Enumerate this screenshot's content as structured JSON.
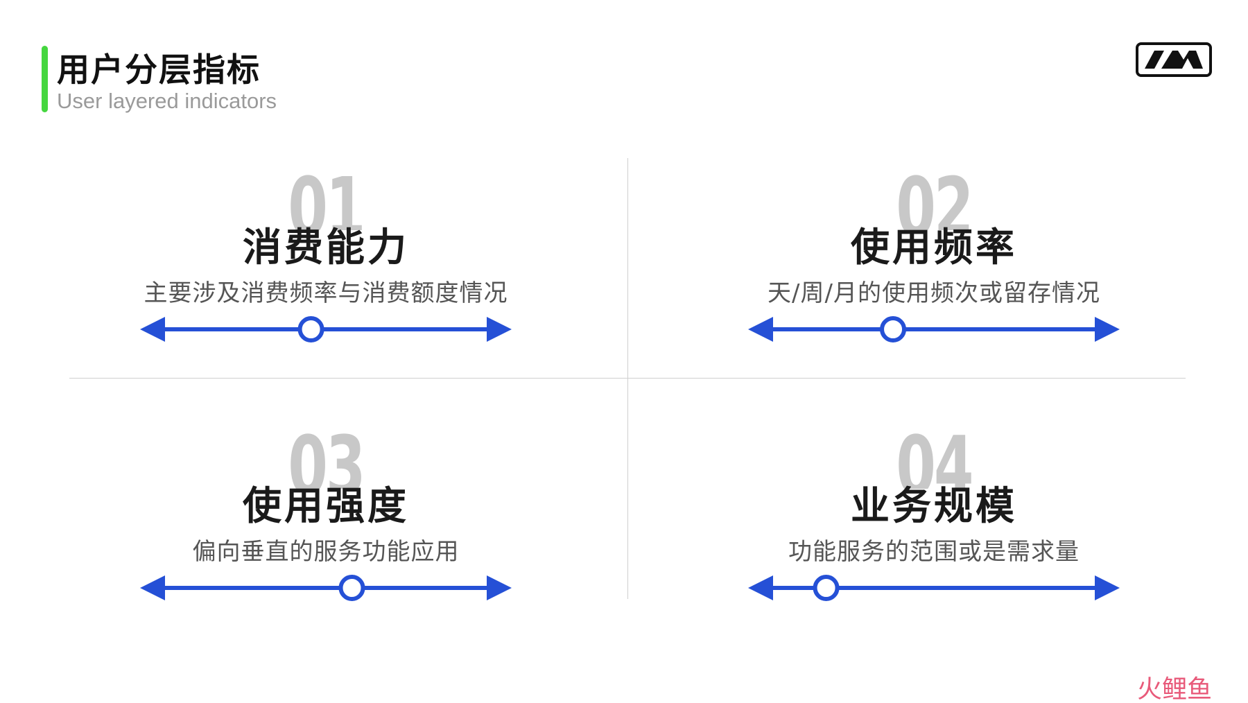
{
  "header": {
    "title": "用户分层指标",
    "subtitle": "User layered indicators"
  },
  "logo": {
    "icon": "brand-logo-icon"
  },
  "quadrants": [
    {
      "number": "01",
      "title": "消费能力",
      "description": "主要涉及消费频率与消费额度情况",
      "level": 0.46
    },
    {
      "number": "02",
      "title": "使用频率",
      "description": "天/周/月的使用频次或留存情况",
      "level": 0.39
    },
    {
      "number": "03",
      "title": "使用强度",
      "description": "偏向垂直的服务功能应用",
      "level": 0.57
    },
    {
      "number": "04",
      "title": "业务规模",
      "description": "功能服务的范围或是需求量",
      "level": 0.21
    }
  ],
  "colors": {
    "accent": "#45d63f",
    "slider": "#2550d6",
    "number": "#c8c8c8"
  },
  "watermark": {
    "text": "火鲤鱼"
  }
}
